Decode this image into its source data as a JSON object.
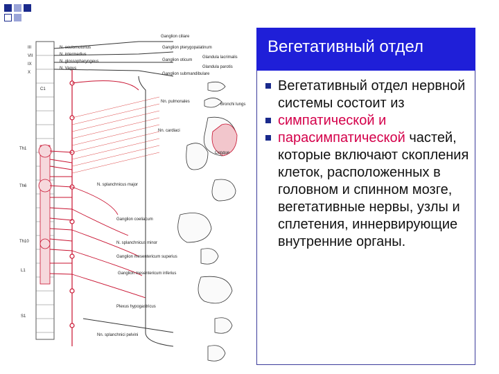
{
  "slide": {
    "title": "Вегетативный отдел",
    "bullets": [
      {
        "text": "Вегетативный отдел нервной системы состоит из",
        "color": "#111111"
      },
      {
        "text": "симпатической и",
        "color": "#d4004a"
      },
      {
        "text": "парасимпатической частей, которые включают скопления клеток, расположенных в головном и спинном мозге, вегетативные нервы, узлы и сплетения, иннервирующие внутренние органы.",
        "color": "#d4004a",
        "rest_color": "#111111"
      }
    ]
  },
  "diagram": {
    "labels": {
      "ganglion_ciliare": "Ganglion ciliare",
      "n_oculomotorius": "N. oculomotorius",
      "n_intermedius": "N. intermedius",
      "n_glossopharyngeus": "N. glossopharyngeus",
      "n_vagus": "N. Vagus",
      "ganglion_pterygopalatinum": "Ganglion pterygopalatinum",
      "ganglion_oticum": "Ganglion oticum",
      "ganglion_submandibulare": "Ganglion submandibulare",
      "glandula_lacrimalis": "Glandula lacrimalis",
      "glandula_parotis": "Glandula parotis",
      "n_pulmonales": "Nn. pulmonales",
      "bronchi_lungs": "Bronchi lungs",
      "n_cardiaci": "Nn. cardiaci",
      "cor": "Сердце",
      "splanchnicus_major": "N. splanchnicus major",
      "ganglion_coeliacum": "Ganglion coeliacum",
      "ganglion_mesentericum_superius": "Ganglion mesentericum superius",
      "ganglion_mesentericum_inferius": "Ganglion mesentericum inferius",
      "n_splanchnicus_minor": "N. splanchnicus minor",
      "plexus_hypogastricus": "Plexus hypogastricus",
      "n_splanchnici_pelvini": "Nn. splanchnici pelvini",
      "seg_c1": "C1",
      "seg_th1": "Th1",
      "seg_th6": "Th6",
      "seg_th10": "Th10",
      "seg_l1": "L1",
      "seg_s1": "S1",
      "roman_iii": "III",
      "roman_vii": "VII",
      "roman_ix": "IX",
      "roman_x": "X"
    },
    "colors": {
      "sympathetic": "#c8102e",
      "parasympathetic": "#333333",
      "cord": "#f6d8dc"
    }
  }
}
